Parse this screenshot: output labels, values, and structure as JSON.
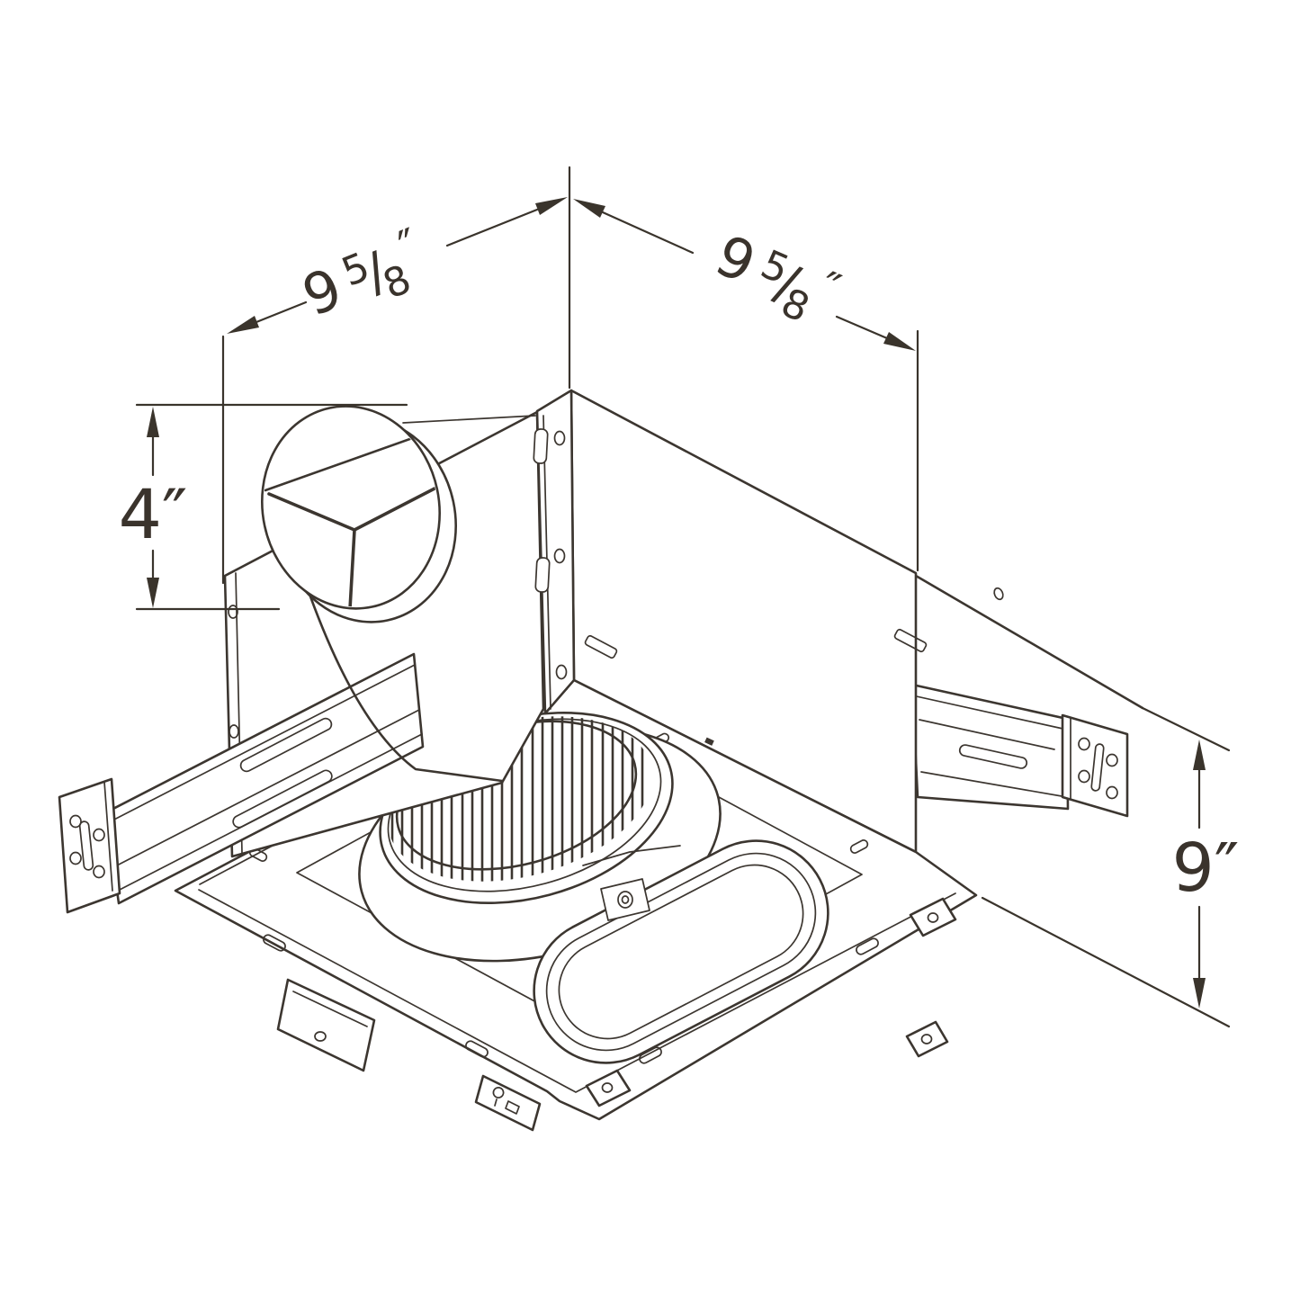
{
  "colors": {
    "background": "#ffffff",
    "line": "#3c3630",
    "text": "#3a332c"
  },
  "dimensions": {
    "width_front": {
      "whole": "9",
      "numerator": "5",
      "slash": "/",
      "denominator": "8",
      "unit": "″"
    },
    "width_side": {
      "whole": "9",
      "numerator": "5",
      "slash": "/",
      "denominator": "8",
      "unit": "″"
    },
    "duct_diameter": {
      "label": "4″"
    },
    "housing_height": {
      "label": "9″"
    }
  }
}
